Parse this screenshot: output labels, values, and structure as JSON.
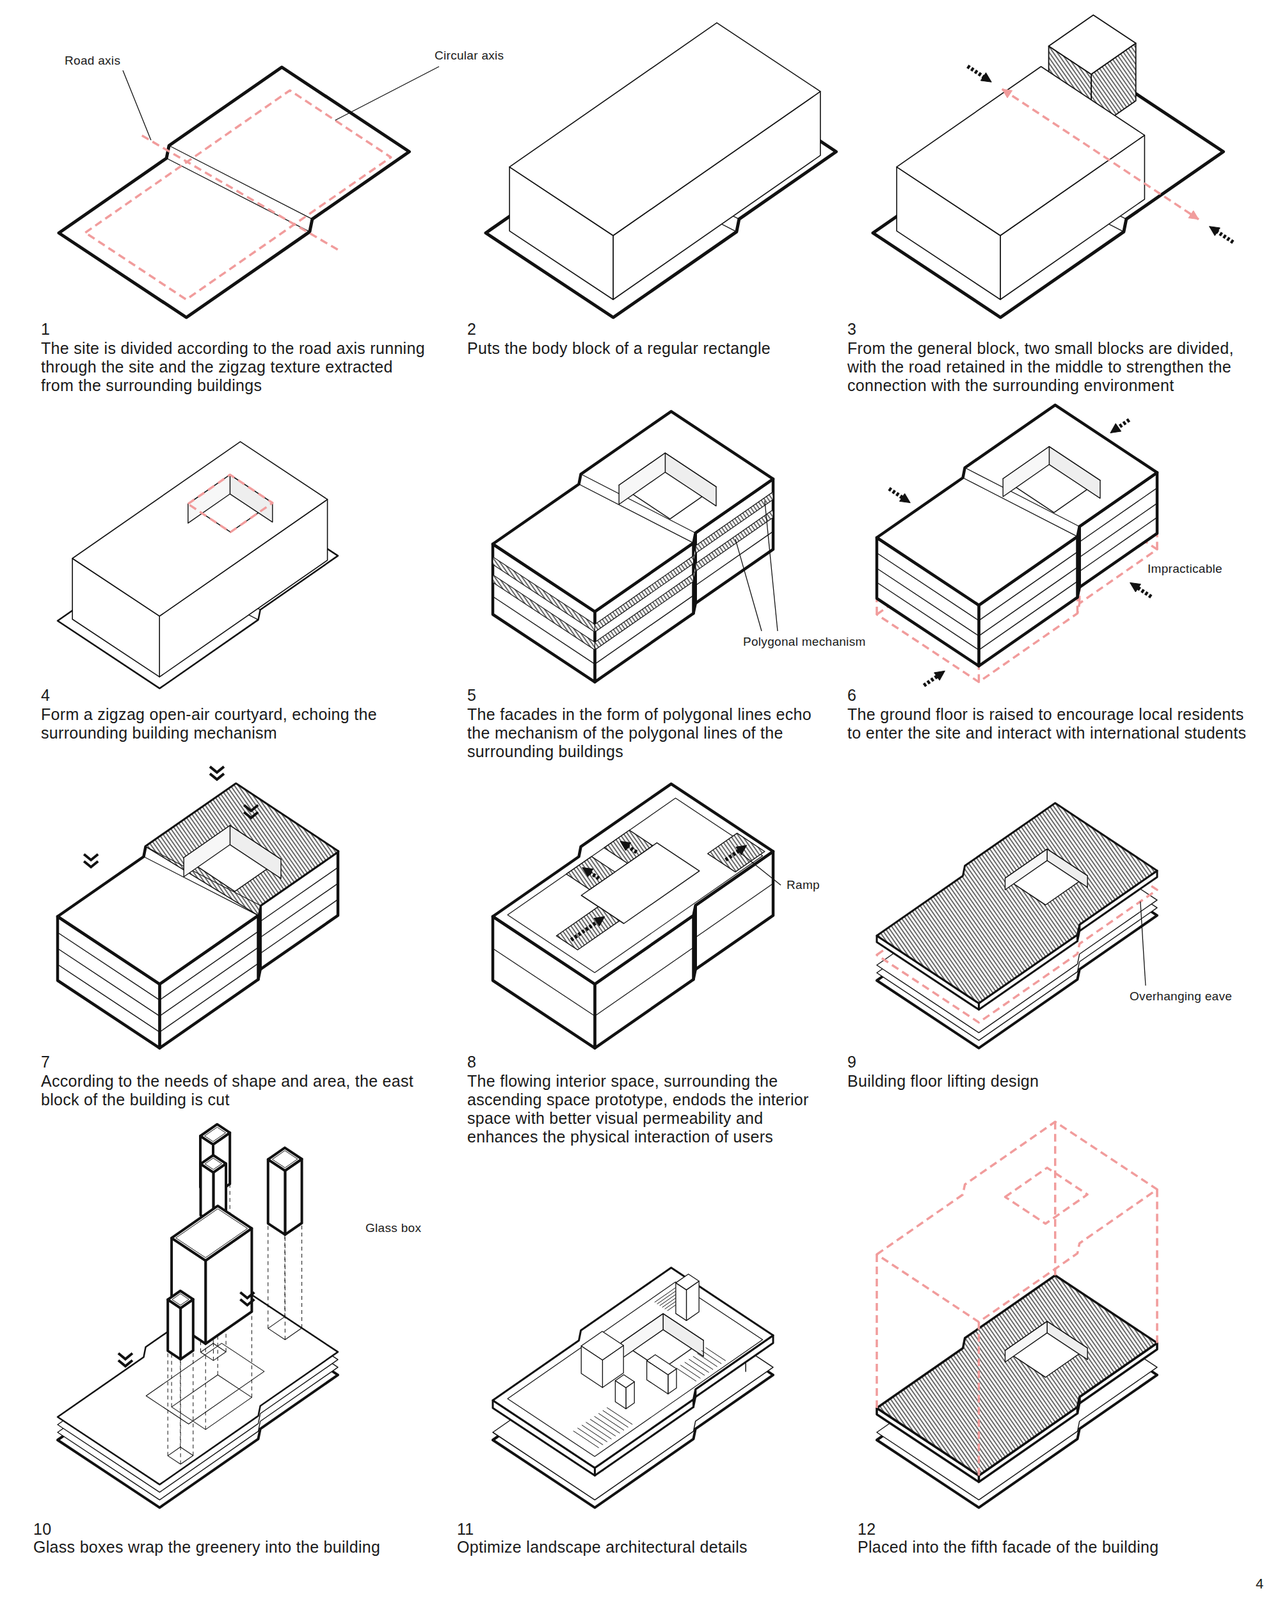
{
  "diagram": {
    "labels": [
      "Road axis",
      "Circular axis",
      "1",
      "The site is divided according to the road axis running through the site and the zigzag texture extracted from the surrounding buildings",
      "2",
      "Puts the body block of a regular rectangle",
      "3",
      "From the general block, two small blocks are divided, with the road retained in the middle to strengthen the connection with the surrounding environment",
      "4",
      "Form a zigzag open-air courtyard, echoing the surrounding building mechanism",
      "Polygonal mechanism",
      "5",
      "The facades in the form of polygonal lines echo the mechanism of the polygonal lines of the surrounding buildings",
      "Impracticable",
      "6",
      "The ground floor is raised to encourage local residents to enter the site and interact with international students",
      "7",
      "According to the needs of shape and area, the east block of the building is cut",
      "Ramp",
      "8",
      "The flowing interior space, surrounding the ascending space prototype, endods the interior space with better visual permeability and enhances the physical interaction of users",
      "Overhanging eave",
      "9",
      "Building floor lifting design",
      "Glass box",
      "10",
      "Glass boxes wrap the greenery into the building",
      "11",
      "Optimize landscape architectural details",
      "12",
      "Placed into the fifth facade of the building",
      "4"
    ]
  }
}
